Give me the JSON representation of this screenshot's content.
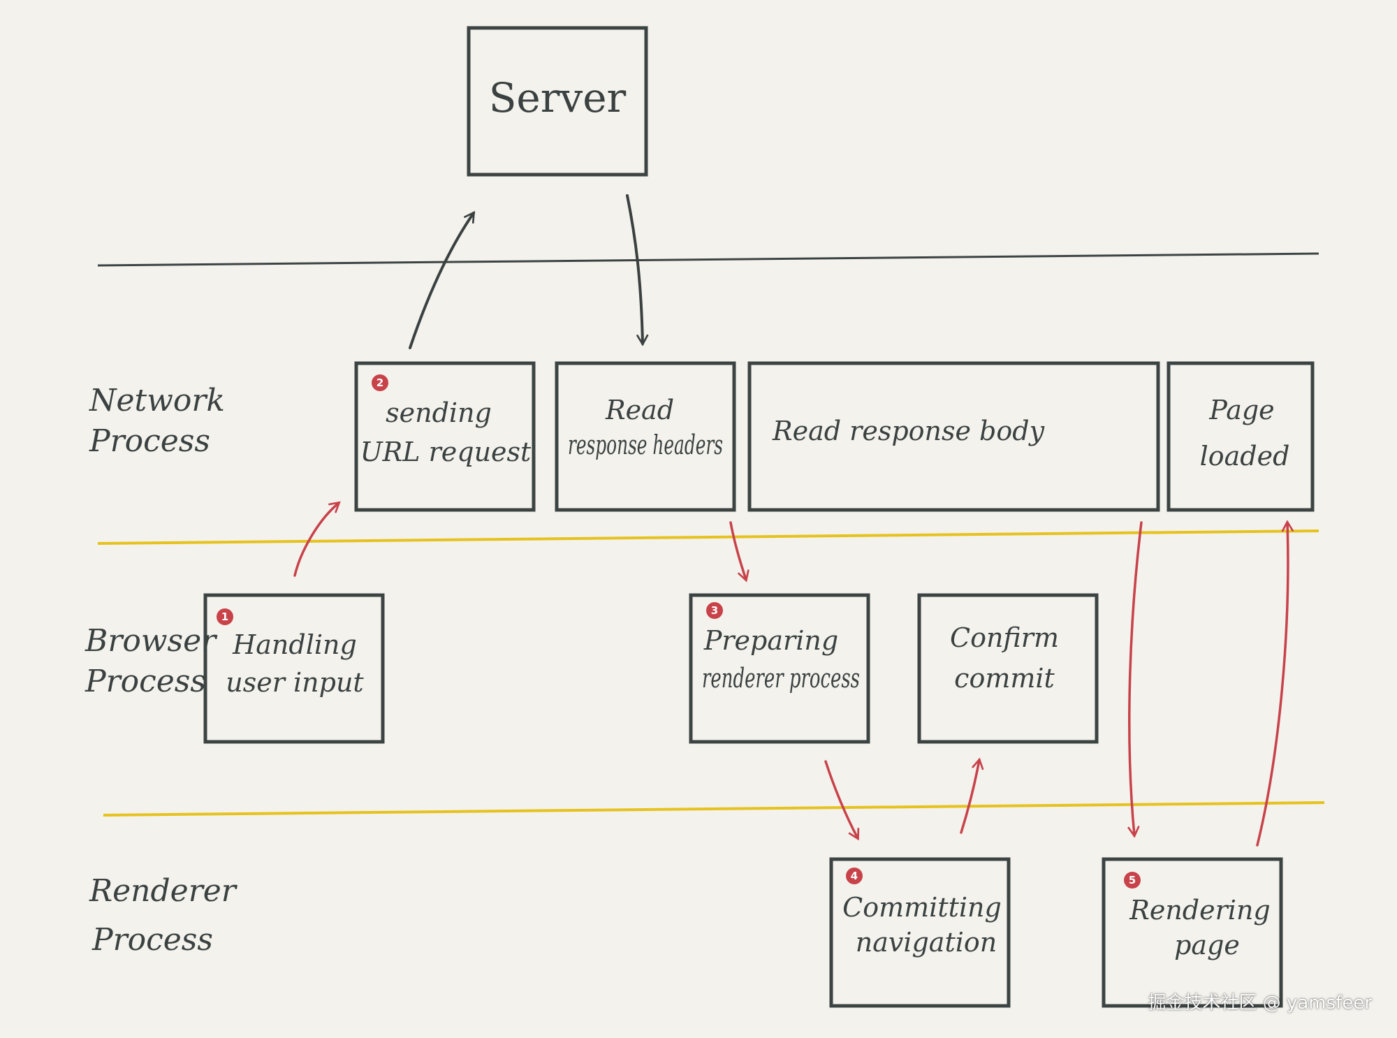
{
  "server": {
    "label": "Server"
  },
  "lanes": [
    {
      "id": "network",
      "line1": "Network",
      "line2": "Process"
    },
    {
      "id": "browser",
      "line1": "Browser",
      "line2": "Process"
    },
    {
      "id": "renderer",
      "line1": "Renderer",
      "line2": "Process"
    }
  ],
  "steps": {
    "sending_url_request": {
      "badge": "2",
      "line1": "sending",
      "line2": "URL request"
    },
    "read_response_headers": {
      "line1": "Read",
      "line2": "response headers"
    },
    "read_response_body": {
      "line1": "Read response body"
    },
    "page_loaded": {
      "line1": "Page",
      "line2": "loaded"
    },
    "handling_user_input": {
      "badge": "1",
      "line1": "Handling",
      "line2": "user input"
    },
    "preparing_renderer_process": {
      "badge": "3",
      "line1": "Preparing",
      "line2": "renderer process"
    },
    "confirm_commit": {
      "line1": "Confirm",
      "line2": "commit"
    },
    "committing_navigation": {
      "badge": "4",
      "line1": "Committing",
      "line2": "navigation"
    },
    "rendering_page": {
      "badge": "5",
      "line1": "Rendering",
      "line2": "page"
    }
  },
  "watermark": "掘金技术社区 @ yamsfeer",
  "colors": {
    "background": "#f3f2ed",
    "ink": "#3c4443",
    "lane_separator": "#e6c21e",
    "flow_arrow": "#c8424a"
  }
}
